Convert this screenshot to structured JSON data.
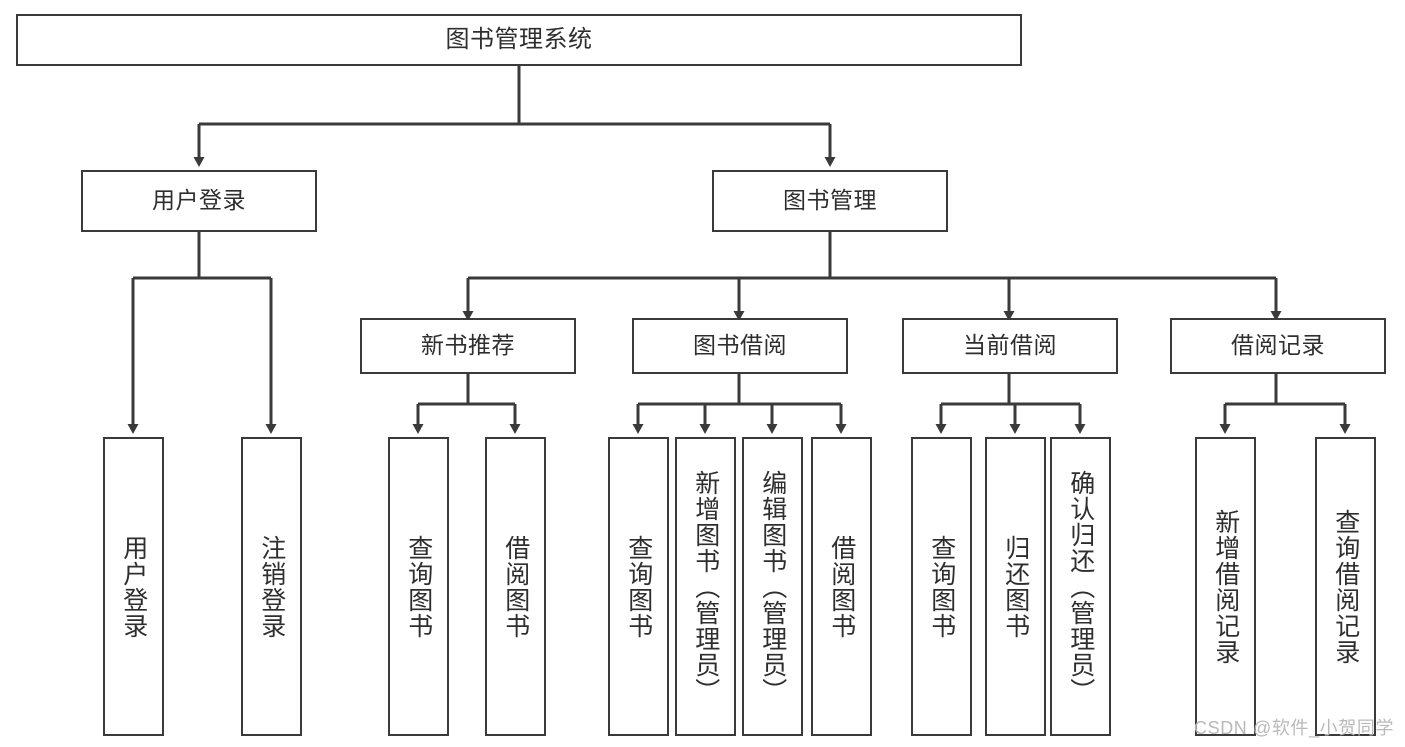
{
  "diagram": {
    "title_text": "图书管理系统",
    "watermark": "CSDN @软件_小贺同学",
    "line_color": "#3a3a3a",
    "text_color": "#2e2e2e",
    "background": "#ffffff",
    "nodes": {
      "root": "图书管理系统",
      "user_login": "用户登录",
      "book_manage": "图书管理",
      "new_book_rec": "新书推荐",
      "book_borrow": "图书借阅",
      "current_borrow": "当前借阅",
      "borrow_record": "借阅记录",
      "leaf_user_login": "用户登录",
      "leaf_logout": "注销登录",
      "leaf_query_book_1": "查询图书",
      "leaf_borrow_book_1": "借阅图书",
      "leaf_query_book_2": "查询图书",
      "leaf_add_book_admin": "新增图书（管理员）",
      "leaf_edit_book_admin": "编辑图书（管理员）",
      "leaf_borrow_book_2": "借阅图书",
      "leaf_query_book_3": "查询图书",
      "leaf_return_book": "归还图书",
      "leaf_confirm_return_admin": "确认归还（管理员）",
      "leaf_add_borrow_record": "新增借阅记录",
      "leaf_query_borrow_record": "查询借阅记录"
    }
  }
}
